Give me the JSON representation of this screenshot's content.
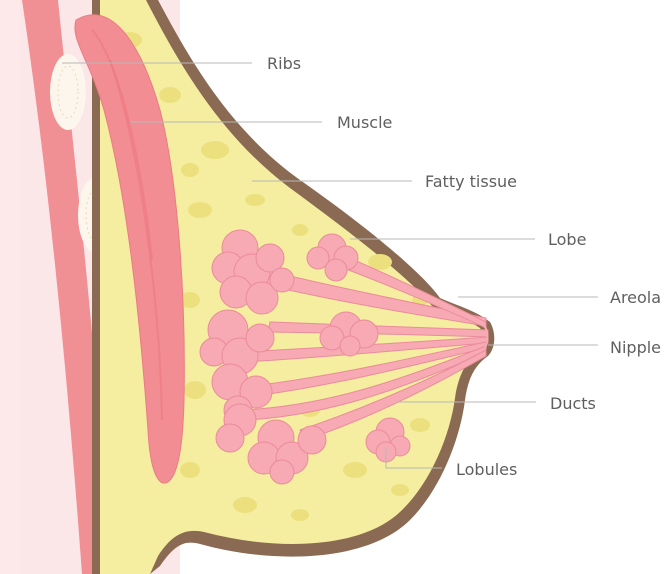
{
  "diagram": {
    "colors": {
      "skin_outline": "#8a6a52",
      "fatty_tissue": "#f5eda0",
      "fat_blob": "#ece07e",
      "lobule_pink": "#f7a9b4",
      "lobule_outline": "#ea8c9b",
      "muscle": "#f28d93",
      "rib_band": "#f08f94",
      "rib_bone": "#fdf6ec",
      "chest_wall": "#fbe6e8",
      "leader_line": "#b8b8b8",
      "label_text": "#5f5f5f"
    },
    "labels": {
      "ribs": "Ribs",
      "muscle": "Muscle",
      "fatty_tissue": "Fatty tissue",
      "lobe": "Lobe",
      "areola": "Areola",
      "nipple": "Nipple",
      "ducts": "Ducts",
      "lobules": "Lobules"
    }
  }
}
